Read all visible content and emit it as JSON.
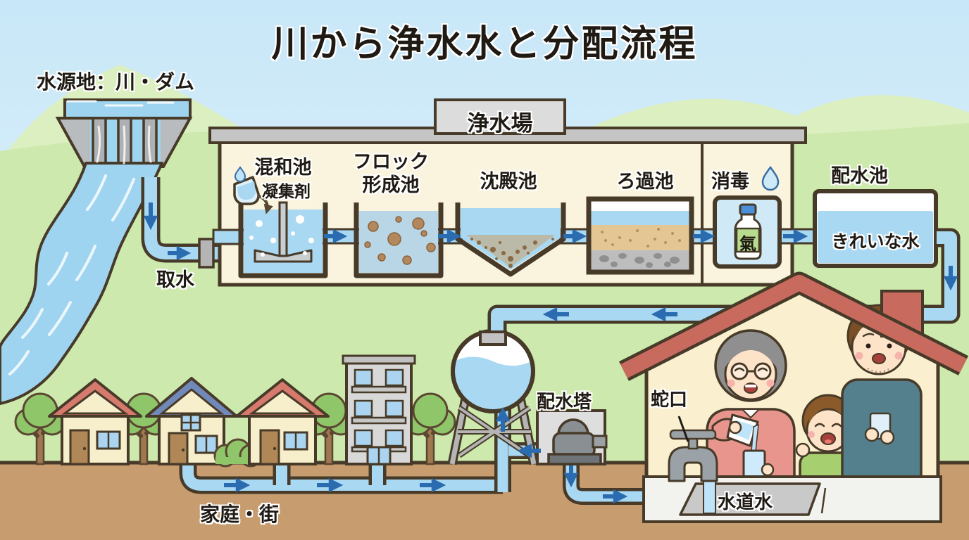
{
  "title": "川から浄水水と分配流程",
  "source": {
    "label": "水源地：川・ダム",
    "intake": "取水"
  },
  "plant": {
    "sign": "浄水場",
    "stage_mixing": "混和池",
    "coagulant": "凝集剤",
    "stage_floc_line1": "フロック",
    "stage_floc_line2": "形成池",
    "stage_sedimentation": "沈殿池",
    "stage_filtration": "ろ過池",
    "stage_disinfection": "消毒",
    "bottle_label": "氣"
  },
  "reservoir": {
    "label": "配水池",
    "water": "きれいな水"
  },
  "distribution": {
    "tower": "配水塔",
    "town": "家庭・街"
  },
  "home": {
    "faucet": "蛇口",
    "tap_water": "水道水"
  },
  "icons": {
    "disinfection_drop": "water-drop-icon",
    "coagulant_drop": "water-drop-icon",
    "flow_arrows": "flow-arrow-icon"
  },
  "colors": {
    "sky": "#cfeaf8",
    "hill_light": "#dbefc0",
    "field": "#cde9ad",
    "ground": "#c79d6f",
    "water": "#a8d8f2",
    "arrow": "#2b6cb0",
    "plant_wall": "#faf3dd",
    "gray_structure": "#c5c5c5",
    "roof_red": "#c96a5e",
    "roof_blue": "#7189b8",
    "house_wall": "#f7eecb",
    "sand": "#e3c693",
    "gravel": "#bdbdbd",
    "floc_brown": "#b3885c",
    "bottle_label_green": "#b7dc8e",
    "outline": "#473a28"
  }
}
